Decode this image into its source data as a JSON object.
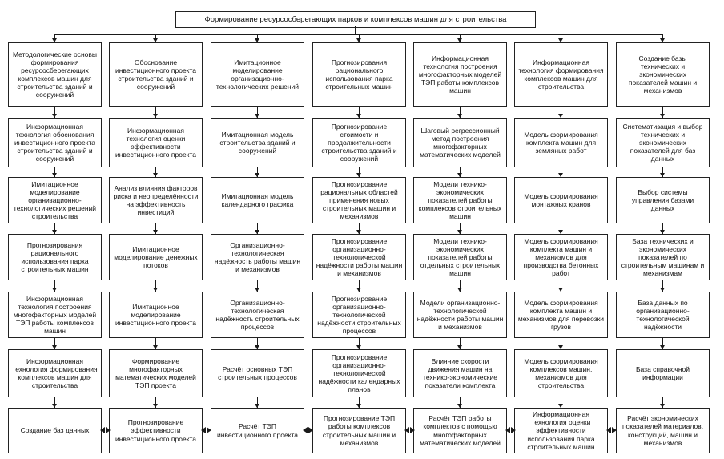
{
  "title": "Формирование ресурсосберегающих парков и комплексов машин для строительства",
  "colors": {
    "line": "#1a1a1a",
    "border": "#222222",
    "background": "#ffffff"
  },
  "columns": [
    {
      "boxes": [
        "Методологические основы формирования ресурсосберегающих комплексов машин для строительства зданий и сооружений",
        "Информационная технология обоснования инвестиционного проекта строительства зданий и сооружений",
        "Имитационное моделирование организационно-технологических решений строительства",
        "Прогнозирования рационального использования парка строительных машин",
        "Информационная технология построения многофакторных моделей ТЭП работы комплексов машин",
        "Информационная технология формирования комплексов машин для строительства",
        "Создание баз данных"
      ]
    },
    {
      "boxes": [
        "Обоснование инвестиционного проекта строительства зданий и сооружений",
        "Информационная технология оценки эффективности инвестиционного проекта",
        "Анализ влияния факторов риска и неопределённости на эффективность инвестиций",
        "Имитационное моделирование денежных потоков",
        "Имитационное моделирование инвестиционного проекта",
        "Формирование многофакторных математических моделей ТЭП проекта",
        "Прогнозирование эффективности инвестиционного проекта"
      ]
    },
    {
      "boxes": [
        "Имитационное моделирование организационно-технологических решений",
        "Имитационная модель строительства зданий и сооружений",
        "Имитационная модель календарного графика",
        "Организационно-технологическая надёжность работы машин и механизмов",
        "Организационно-технологическая надёжность строительных процессов",
        "Расчёт основных ТЭП строительных процессов",
        "Расчёт ТЭП инвестиционного проекта"
      ]
    },
    {
      "boxes": [
        "Прогнозирования рационального использования парка строительных машин",
        "Прогнозирование стоимости и продолжительности строительства зданий и сооружений",
        "Прогнозирование рациональных областей применения новых строительных машин и механизмов",
        "Прогнозирование организационно-технологической надёжности работы машин и механизмов",
        "Прогнозирование организационно-технологической надёжности строительных процессов",
        "Прогнозирование организационно-технологической надёжности календарных планов",
        "Прогнозирование ТЭП работы комплексов строительных машин и механизмов"
      ]
    },
    {
      "boxes": [
        "Информационная технология построения многофакторных моделей ТЭП работы комплексов машин",
        "Шаговый регрессионный метод построения многофакторных математических моделей",
        "Модели технико-экономических показателей работы комплексов строительных машин",
        "Модели технико-экономических показателей работы отдельных строительных машин",
        "Модели организационно-технологической надёжности работы машин и механизмов",
        "Влияние скорости движения машин на технико-экономические показатели комплекта",
        "Расчёт ТЭП работы комплектов с помощью многофакторных математических моделей"
      ]
    },
    {
      "boxes": [
        "Информационная технология формирования комплексов машин для строительства",
        "Модель формирования комплекта машин для земляных работ",
        "Модель формирования монтажных кранов",
        "Модель формирования комплекта машин и механизмов для производства бетонных работ",
        "Модель формирования комплекта машин и механизмов для перевозки грузов",
        "Модель формирования комплексов машин, механизмов для строительства",
        "Информационная технология оценки эффективности использования парка строительных машин"
      ]
    },
    {
      "boxes": [
        "Создание базы технических и экономических показателей машин и механизмов",
        "Систематизация и выбор технических и экономических показателей для баз данных",
        "Выбор системы управления базами данных",
        "База технических и экономических показателей по строительным машинам и механизмам",
        "База данных по организационно-технологической надёжности",
        "База справочной информации",
        "Расчёт экономических показателей материалов, конструкций, машин и механизмов"
      ]
    }
  ]
}
